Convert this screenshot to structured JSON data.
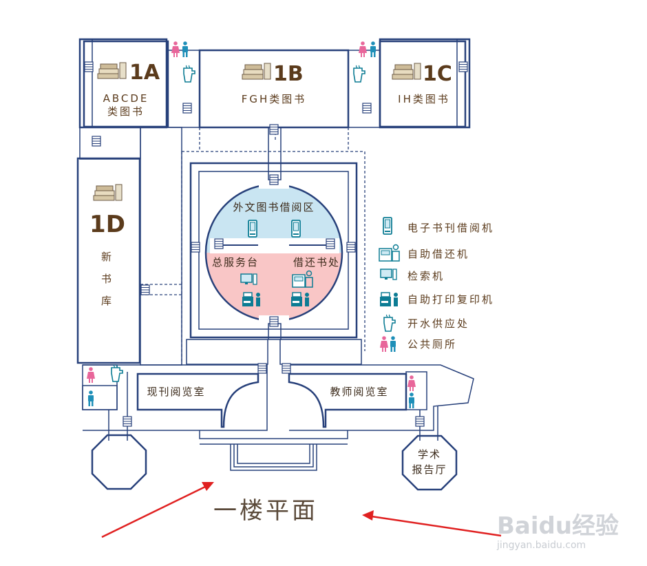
{
  "rooms": {
    "r1a": {
      "code": "1A",
      "line1": "ABCDE",
      "line2": "类图书"
    },
    "r1b": {
      "code": "1B",
      "line1": "FGH类图书"
    },
    "r1c": {
      "code": "1C",
      "line1": "IH类图书"
    },
    "r1d": {
      "code": "1D",
      "c1": "新",
      "c2": "书",
      "c3": "库"
    }
  },
  "zones": {
    "foreign": "外文图书借阅区",
    "service": "总服务台",
    "return": "借还书处",
    "periodical": "现刊阅览室",
    "teacher": "教师阅览室",
    "hall_l1": "学术",
    "hall_l2": "报告厅"
  },
  "legend": [
    {
      "icon": "e-reader-icon",
      "label": "电子书刊借阅机"
    },
    {
      "icon": "self-checkout-icon",
      "label": "自助借还机"
    },
    {
      "icon": "search-terminal-icon",
      "label": "检索机"
    },
    {
      "icon": "printer-icon",
      "label": "自助打印复印机"
    },
    {
      "icon": "water-icon",
      "label": "开水供应处"
    },
    {
      "icon": "restroom-icon",
      "label": "公共厕所"
    }
  ],
  "title": "一楼平面",
  "watermark": {
    "brand": "Baidu经验",
    "url": "jingyan.baidu.com"
  },
  "colors": {
    "wall": "#27407a",
    "room_fill": "#d7ebf3",
    "reading_fill": "#e8f3cf",
    "pink_fill": "#f8c8c8",
    "dome_blue": "#c9e5f2",
    "dome_pink": "#f9c6c6",
    "arrow": "#e02020",
    "text_brown": "#5b3b1c"
  }
}
